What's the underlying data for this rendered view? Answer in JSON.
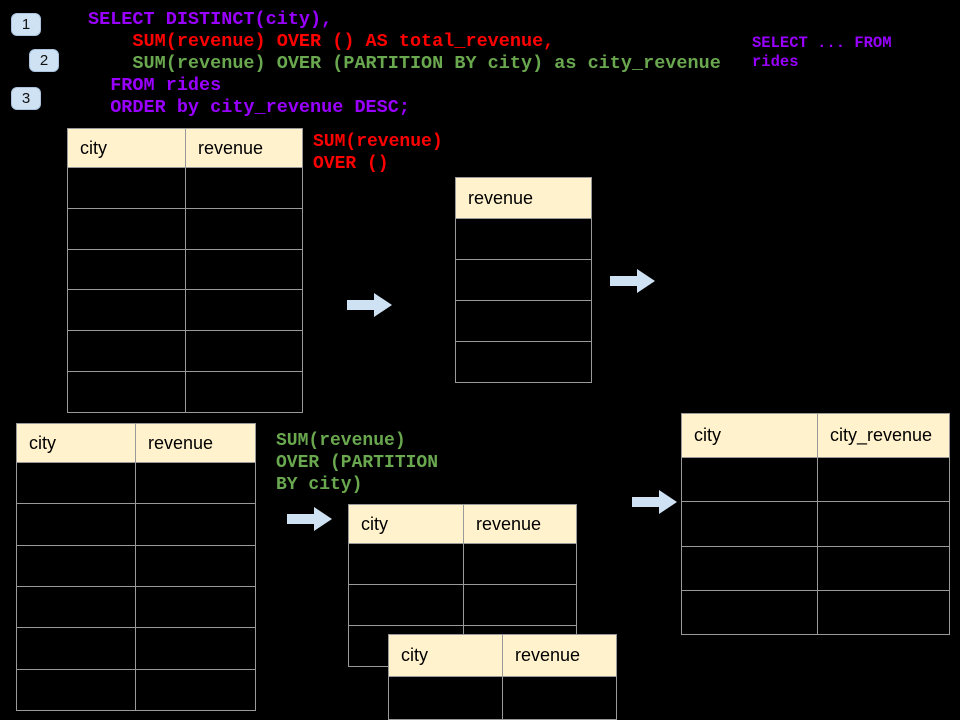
{
  "badges": [
    {
      "label": "1"
    },
    {
      "label": "2"
    },
    {
      "label": "3"
    }
  ],
  "code_block": {
    "lines": [
      {
        "text": "SELECT DISTINCT(city),",
        "color": "purple"
      },
      {
        "text": "    SUM(revenue) OVER () AS total_revenue,",
        "color": "red"
      },
      {
        "text": "    SUM(revenue) OVER (PARTITION BY city) as city_revenue",
        "color": "green"
      },
      {
        "text": "  FROM rides",
        "color": "purple"
      },
      {
        "text": "  ORDER by city_revenue DESC;",
        "color": "purple"
      }
    ]
  },
  "side_note": {
    "lines": [
      {
        "text": "SELECT ... FROM",
        "color": "purple"
      },
      {
        "text": "rides",
        "color": "purple"
      }
    ]
  },
  "annotation_total": {
    "lines": [
      {
        "text": "SUM(revenue)",
        "color": "red"
      },
      {
        "text": "OVER ()",
        "color": "red"
      }
    ]
  },
  "annotation_partition": {
    "lines": [
      {
        "text": "SUM(revenue)",
        "color": "green"
      },
      {
        "text": "OVER (PARTITION",
        "color": "green"
      },
      {
        "text": "BY city)",
        "color": "green"
      }
    ]
  },
  "tables": {
    "source_total": {
      "headers": [
        "city",
        "revenue"
      ],
      "row_count": 6
    },
    "result_total": {
      "headers": [
        "revenue"
      ],
      "row_count": 4
    },
    "source_partition": {
      "headers": [
        "city",
        "revenue"
      ],
      "row_count": 6
    },
    "partition_group_a": {
      "headers": [
        "city",
        "revenue"
      ],
      "row_count": 3
    },
    "partition_group_b": {
      "headers": [
        "city",
        "revenue"
      ],
      "row_count": 1
    },
    "result_partition": {
      "headers": [
        "city",
        "city_revenue"
      ],
      "row_count": 4
    }
  },
  "icons": {
    "arrow": "arrow-right-icon"
  },
  "colors": {
    "purple": "#9900ff",
    "red": "#ff0000",
    "green": "#6aa84f",
    "header_fill": "#fff2cc",
    "border": "#999999",
    "arrow_fill": "#cfe2f3",
    "badge_fill": "#cfe2f3",
    "background": "#000000"
  }
}
